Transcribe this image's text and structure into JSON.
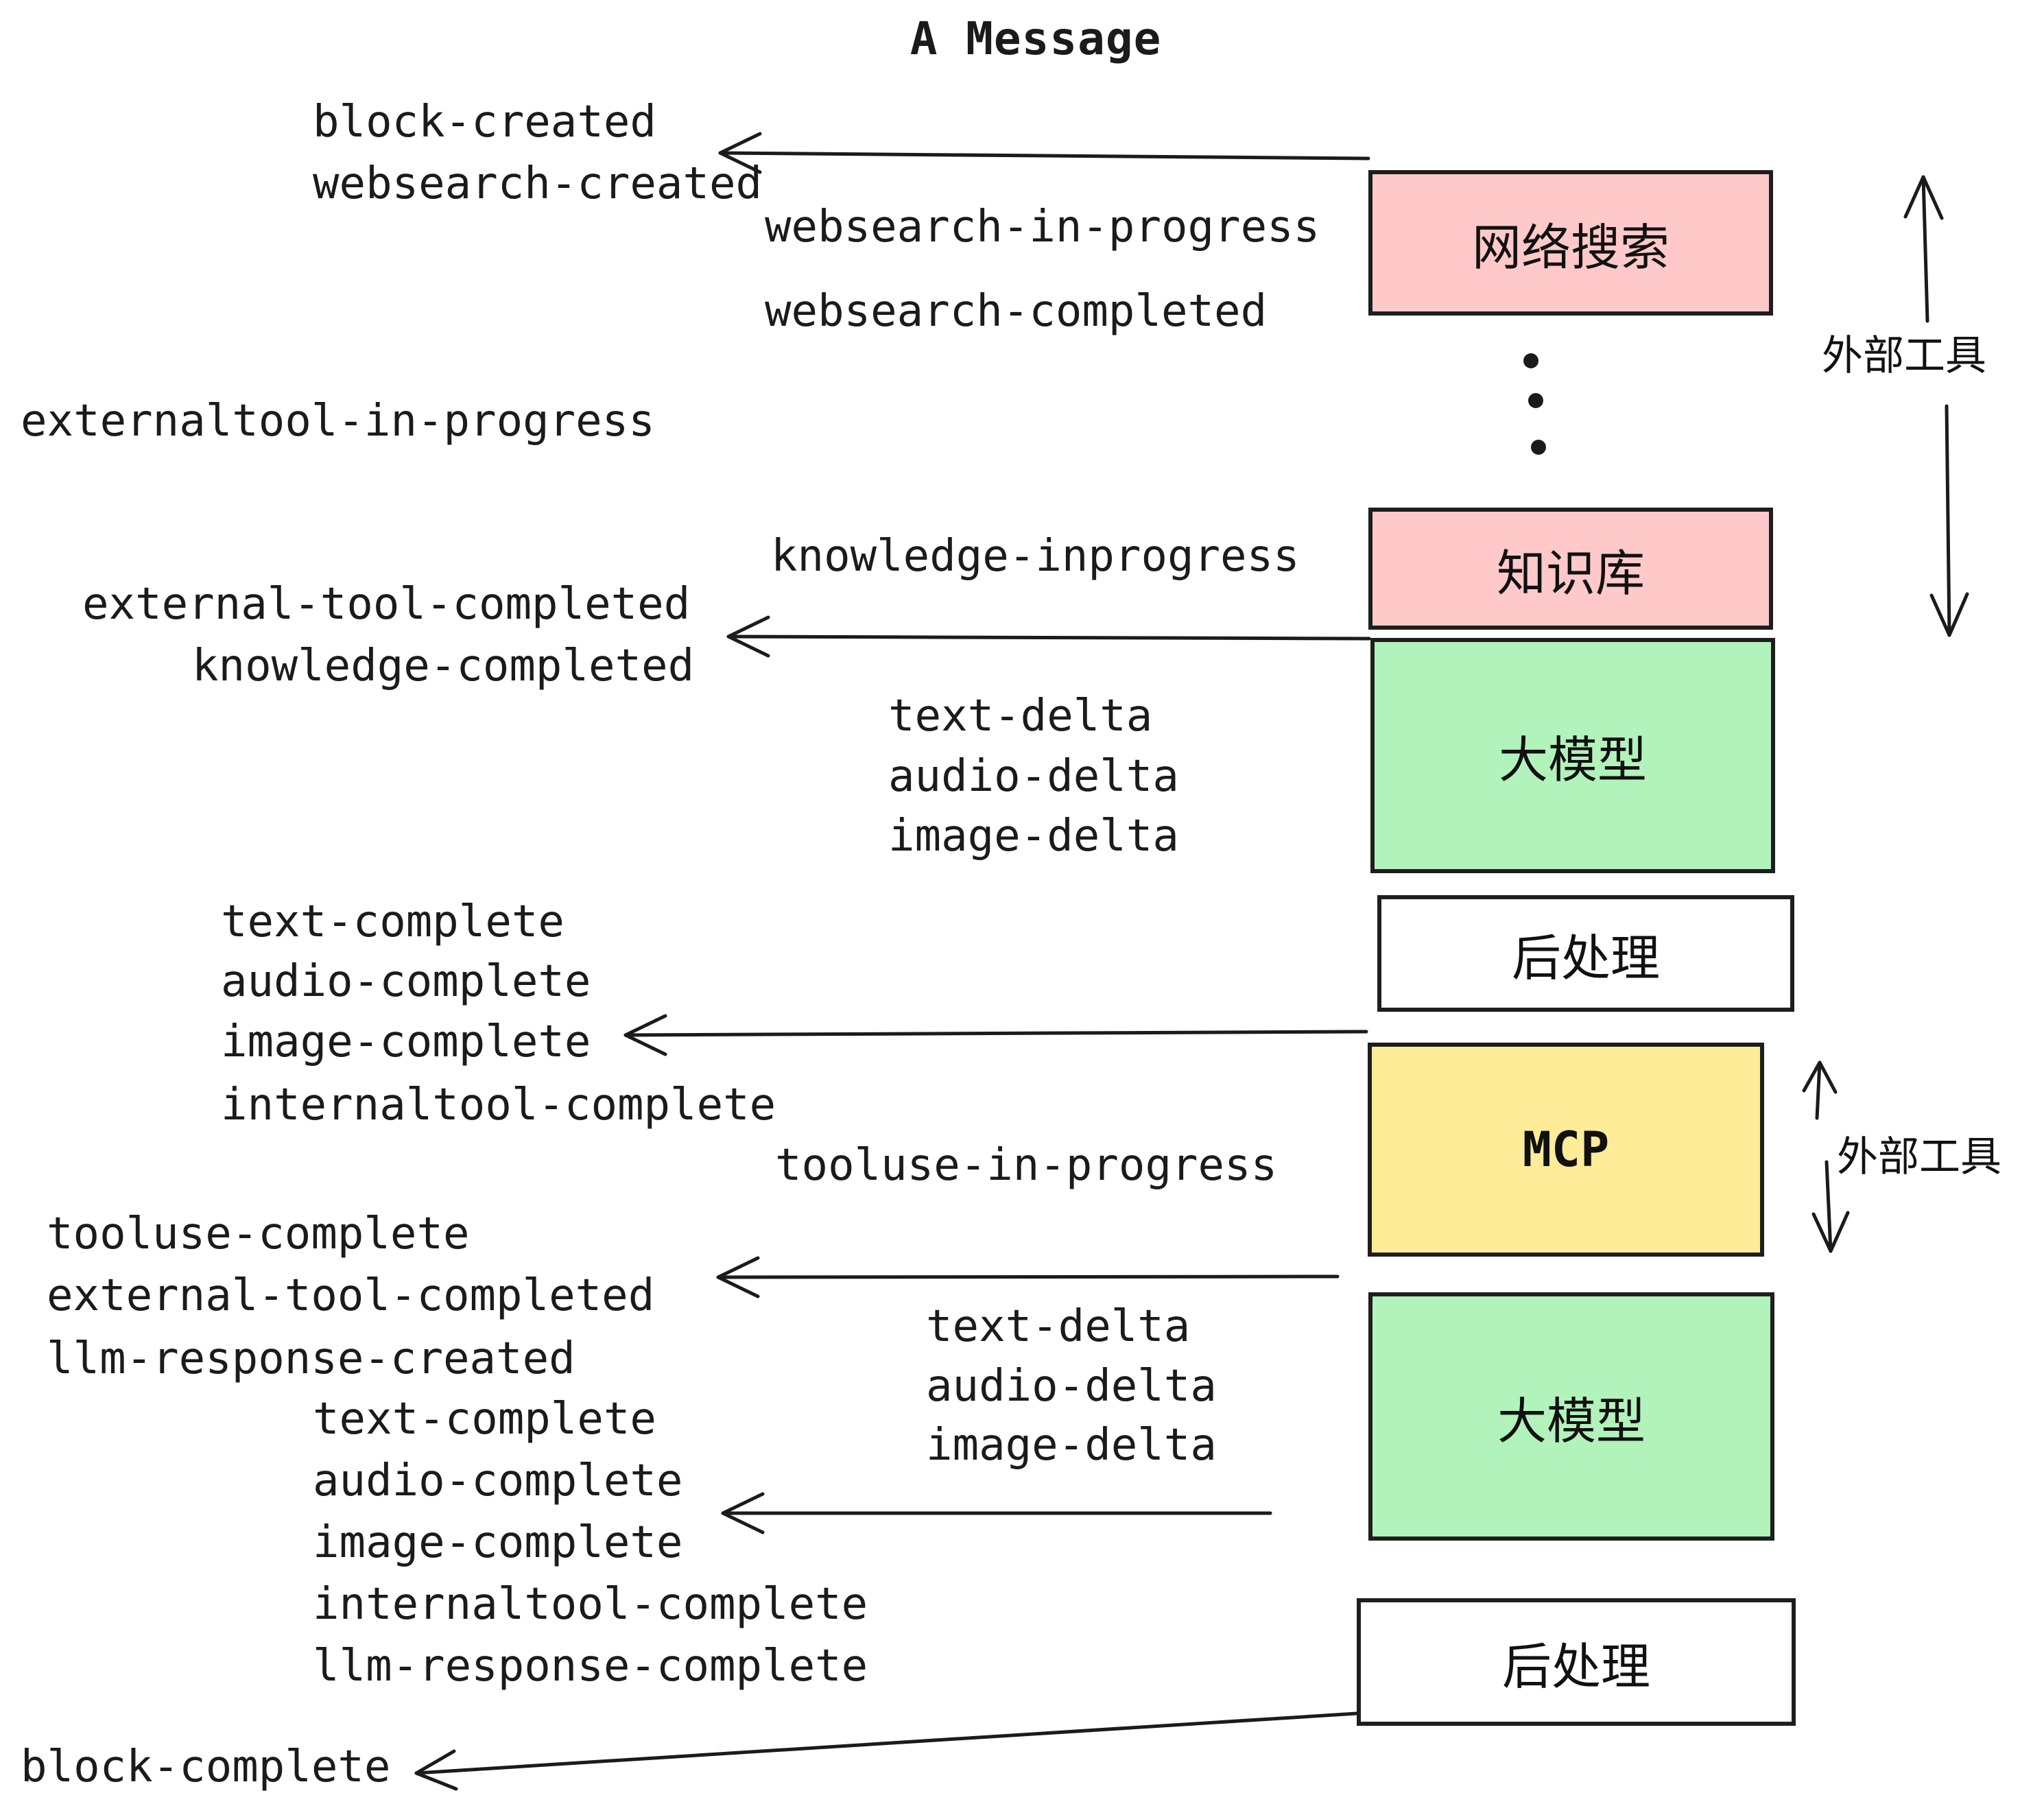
{
  "title": "A Message",
  "palette": {
    "pink": "#FFC9C9",
    "green": "#B2F2BB",
    "yellow": "#FFEC99",
    "white": "#FFFFFF",
    "stroke": "#1e1e1e"
  },
  "boxes": [
    {
      "id": "websearch",
      "label": "网络搜索",
      "color": "#FFC9C9"
    },
    {
      "id": "knowledge",
      "label": "知识库",
      "color": "#FFC9C9"
    },
    {
      "id": "llm-1",
      "label": "大模型",
      "color": "#B2F2BB"
    },
    {
      "id": "postprocess-1",
      "label": "后处理",
      "color": "#FFFFFF"
    },
    {
      "id": "mcp",
      "label": "MCP",
      "color": "#FFEC99"
    },
    {
      "id": "llm-2",
      "label": "大模型",
      "color": "#B2F2BB"
    },
    {
      "id": "postprocess-2",
      "label": "后处理",
      "color": "#FFFFFF"
    }
  ],
  "side": {
    "external_tools_upper": "外部工具",
    "external_tools_lower": "外部工具"
  },
  "events": {
    "block_created": "block-created",
    "websearch_created": "websearch-created",
    "websearch_in_progress": "websearch-in-progress",
    "websearch_completed": "websearch-completed",
    "externaltool_in_progress": "externaltool-in-progress",
    "knowledge_inprogress": "knowledge-inprogress",
    "external_tool_completed_a": "external-tool-completed",
    "knowledge_completed": "knowledge-completed",
    "text_delta_a": "text-delta",
    "audio_delta_a": "audio-delta",
    "image_delta_a": "image-delta",
    "text_complete_a": "text-complete",
    "audio_complete_a": "audio-complete",
    "image_complete_a": "image-complete",
    "internaltool_complete_a": "internaltool-complete",
    "tooluse_in_progress": "tooluse-in-progress",
    "tooluse_complete": "tooluse-complete",
    "external_tool_completed_b": "external-tool-completed",
    "llm_response_created": "llm-response-created",
    "text_delta_b": "text-delta",
    "audio_delta_b": "audio-delta",
    "image_delta_b": "image-delta",
    "text_complete_b": "text-complete",
    "audio_complete_b": "audio-complete",
    "image_complete_b": "image-complete",
    "internaltool_complete_b": "internaltool-complete",
    "llm_response_complete": "llm-response-complete",
    "block_complete": "block-complete"
  }
}
